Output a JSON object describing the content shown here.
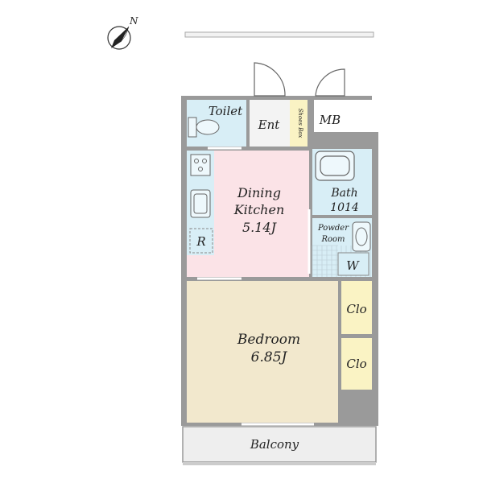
{
  "compass": {
    "label": "N"
  },
  "rooms": {
    "toilet": "Toilet",
    "entrance": "Ent",
    "shoe_box": "Shoes Box",
    "meter_box": "MB",
    "dining_kitchen": {
      "line1": "Dining",
      "line2": "Kitchen",
      "size": "5.14J"
    },
    "bath": {
      "name": "Bath",
      "size": "1014"
    },
    "powder_room": {
      "line1": "Powder",
      "line2": "Room"
    },
    "washer": "W",
    "refrigerator": "R",
    "closet_upper": "Clo",
    "closet_lower": "Clo",
    "bedroom": {
      "name": "Bedroom",
      "size": "6.85J"
    },
    "balcony": "Balcony"
  },
  "colors": {
    "wall": "#9a9a9a",
    "dining_kitchen": "#fbe3e7",
    "bedroom": "#f2e8cd",
    "wet_area": "#d8eef6",
    "entrance": "#f3f3f3",
    "shoe_box": "#faf3c4",
    "closet": "#faf3c4",
    "balcony": "#eeeeee"
  }
}
